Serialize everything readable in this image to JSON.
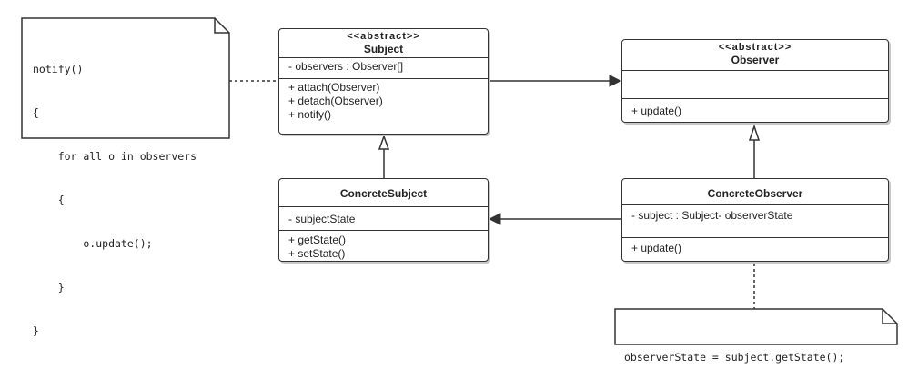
{
  "note_notify": {
    "lines": [
      "notify()",
      "{",
      "    for all o in observers",
      "    {",
      "        o.update();",
      "    }",
      "}"
    ]
  },
  "subject": {
    "stereotype": "<<abstract>>",
    "name": "Subject",
    "attributes": [
      "- observers : Observer[]"
    ],
    "methods": [
      "+ attach(Observer)",
      "+ detach(Observer)",
      "+ notify()"
    ]
  },
  "observer": {
    "stereotype": "<<abstract>>",
    "name": "Observer",
    "attributes": [],
    "methods": [
      "+ update()"
    ]
  },
  "concrete_subject": {
    "name": "ConcreteSubject",
    "attributes": [
      "- subjectState"
    ],
    "methods": [
      "+ getState()",
      "+ setState()"
    ]
  },
  "concrete_observer": {
    "name": "ConcreteObserver",
    "attributes": [
      "- subject : Subject- observerState"
    ],
    "methods": [
      "+ update()"
    ]
  },
  "note_state": {
    "text": "observerState = subject.getState();"
  },
  "colors": {
    "line": "#333333",
    "shadow": "#c8c8c8"
  }
}
